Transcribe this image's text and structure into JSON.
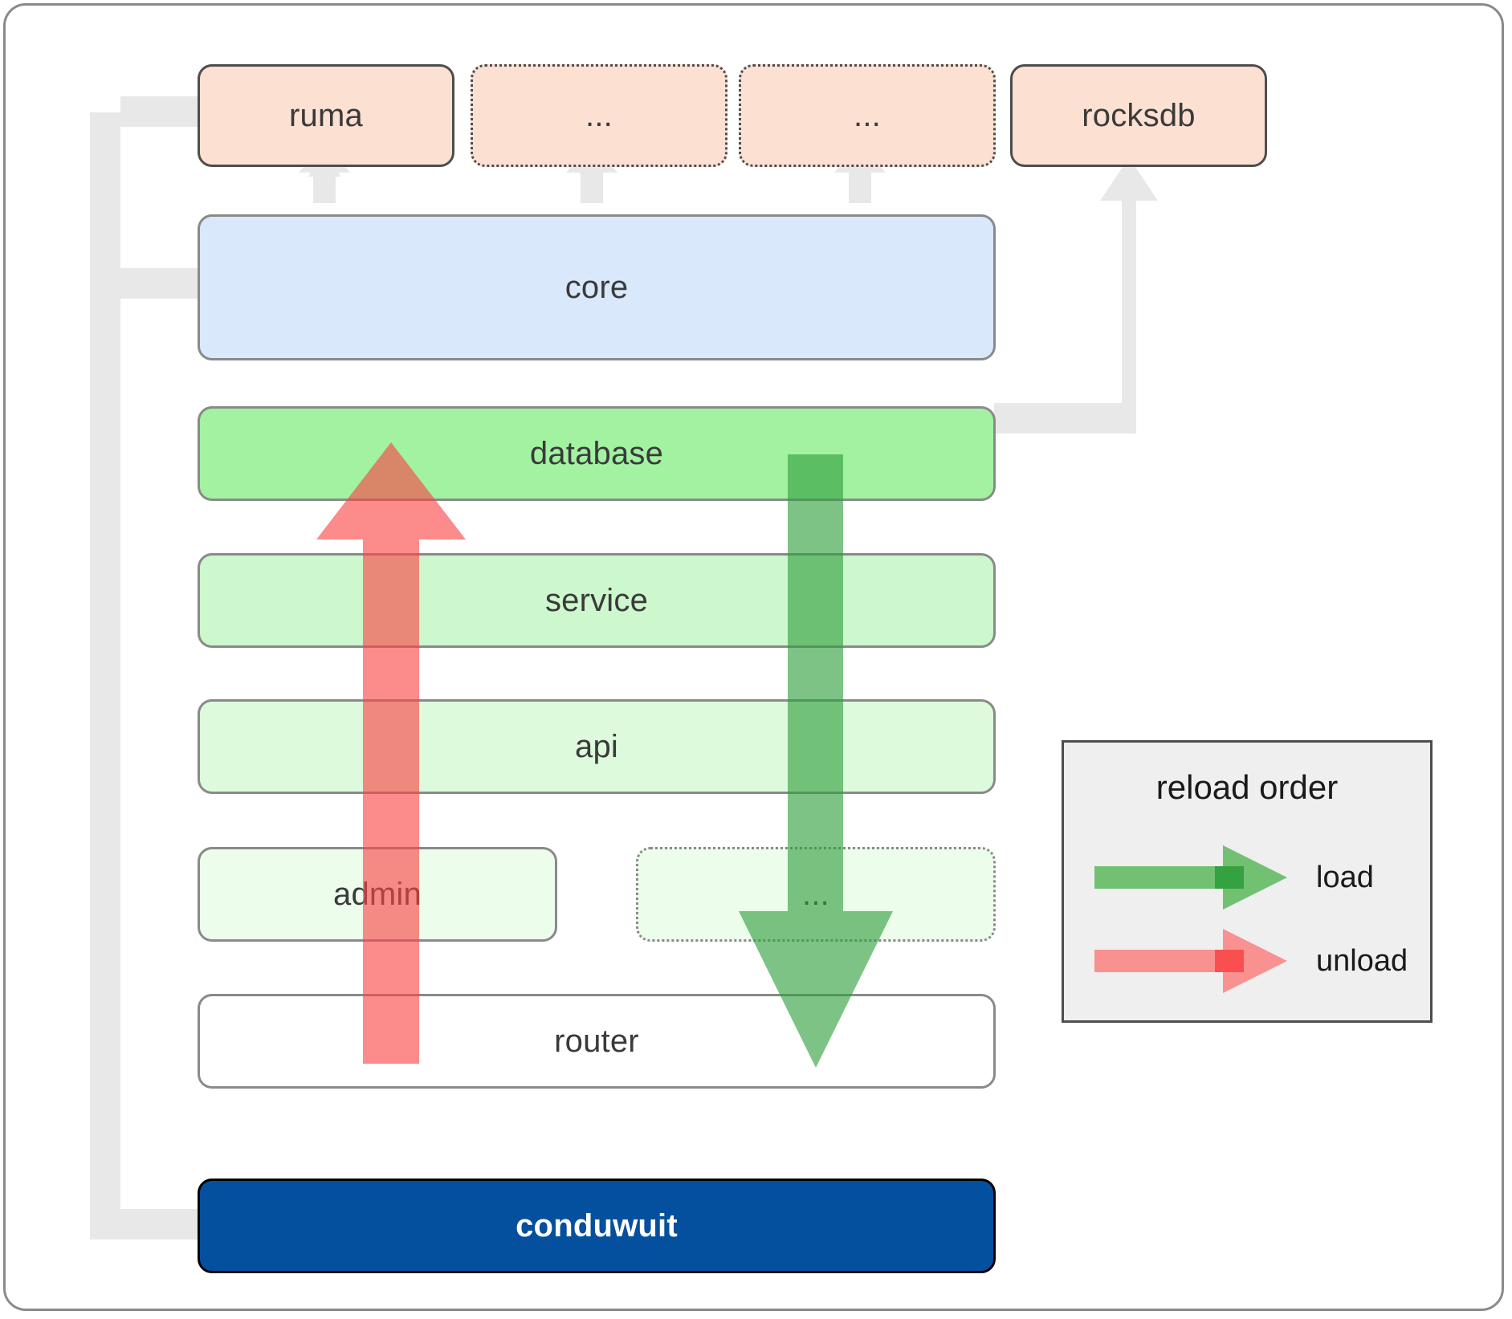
{
  "diagram": {
    "title": "conduwuit crate / reload order architecture",
    "colors": {
      "frame_border": "#8a8a8a",
      "top_layer_fill": "#fce0d2",
      "top_layer_border": "#4d4d4d",
      "core_fill": "#d9e8fb",
      "database_fill": "#a2f2a2",
      "service_fill": "#cdf7cd",
      "api_fill": "#ddfadd",
      "admin_fill": "#ecfdec",
      "router_fill": "#ffffff",
      "app_fill": "#05509e",
      "app_text": "#ffffff",
      "connector_gray": "#e8e8e8",
      "load_green": "#5cb85c",
      "unload_red": "#fa8686",
      "legend_fill": "#efefef",
      "legend_border": "#4d4d4d"
    },
    "dependencies": [
      {
        "id": "ruma",
        "label": "ruma",
        "style": "solid"
      },
      {
        "id": "dep-more-1",
        "label": "...",
        "style": "dotted"
      },
      {
        "id": "dep-more-2",
        "label": "...",
        "style": "dotted"
      },
      {
        "id": "rocksdb",
        "label": "rocksdb",
        "style": "solid"
      }
    ],
    "layers": [
      {
        "id": "core",
        "label": "core",
        "style": "solid"
      },
      {
        "id": "database",
        "label": "database",
        "style": "solid"
      },
      {
        "id": "service",
        "label": "service",
        "style": "solid"
      },
      {
        "id": "api",
        "label": "api",
        "style": "solid"
      },
      {
        "id": "admin",
        "label": "admin",
        "style": "solid"
      },
      {
        "id": "layer-more",
        "label": "...",
        "style": "dotted"
      },
      {
        "id": "router",
        "label": "router",
        "style": "solid"
      }
    ],
    "application": {
      "id": "conduwuit",
      "label": "conduwuit"
    },
    "legend": {
      "title": "reload order",
      "entries": [
        {
          "id": "load",
          "label": "load",
          "color": "#5cb85c",
          "direction": "down"
        },
        {
          "id": "unload",
          "label": "unload",
          "color": "#fa8686",
          "direction": "up"
        }
      ]
    }
  }
}
